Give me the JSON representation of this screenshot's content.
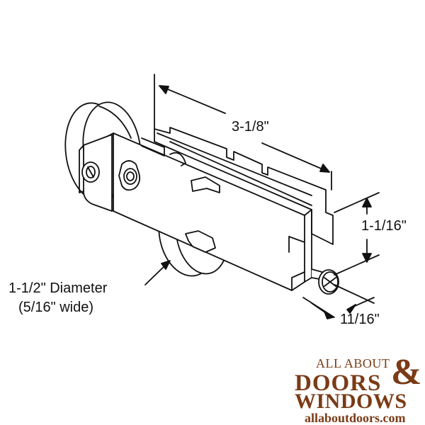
{
  "diagram": {
    "dimensions": {
      "length": "3-1/8\"",
      "height": "1-1/16\"",
      "depth": "11/16\"",
      "wheel_diameter": "1-1/2\" Diameter",
      "wheel_width": "(5/16\" wide)"
    }
  },
  "branding": {
    "top": "ALL ABOUT",
    "doors": "DOORS",
    "ampersand": "&",
    "windows": "WINDOWS",
    "url": "allaboutdoors.com",
    "color": "#7a3b16"
  }
}
